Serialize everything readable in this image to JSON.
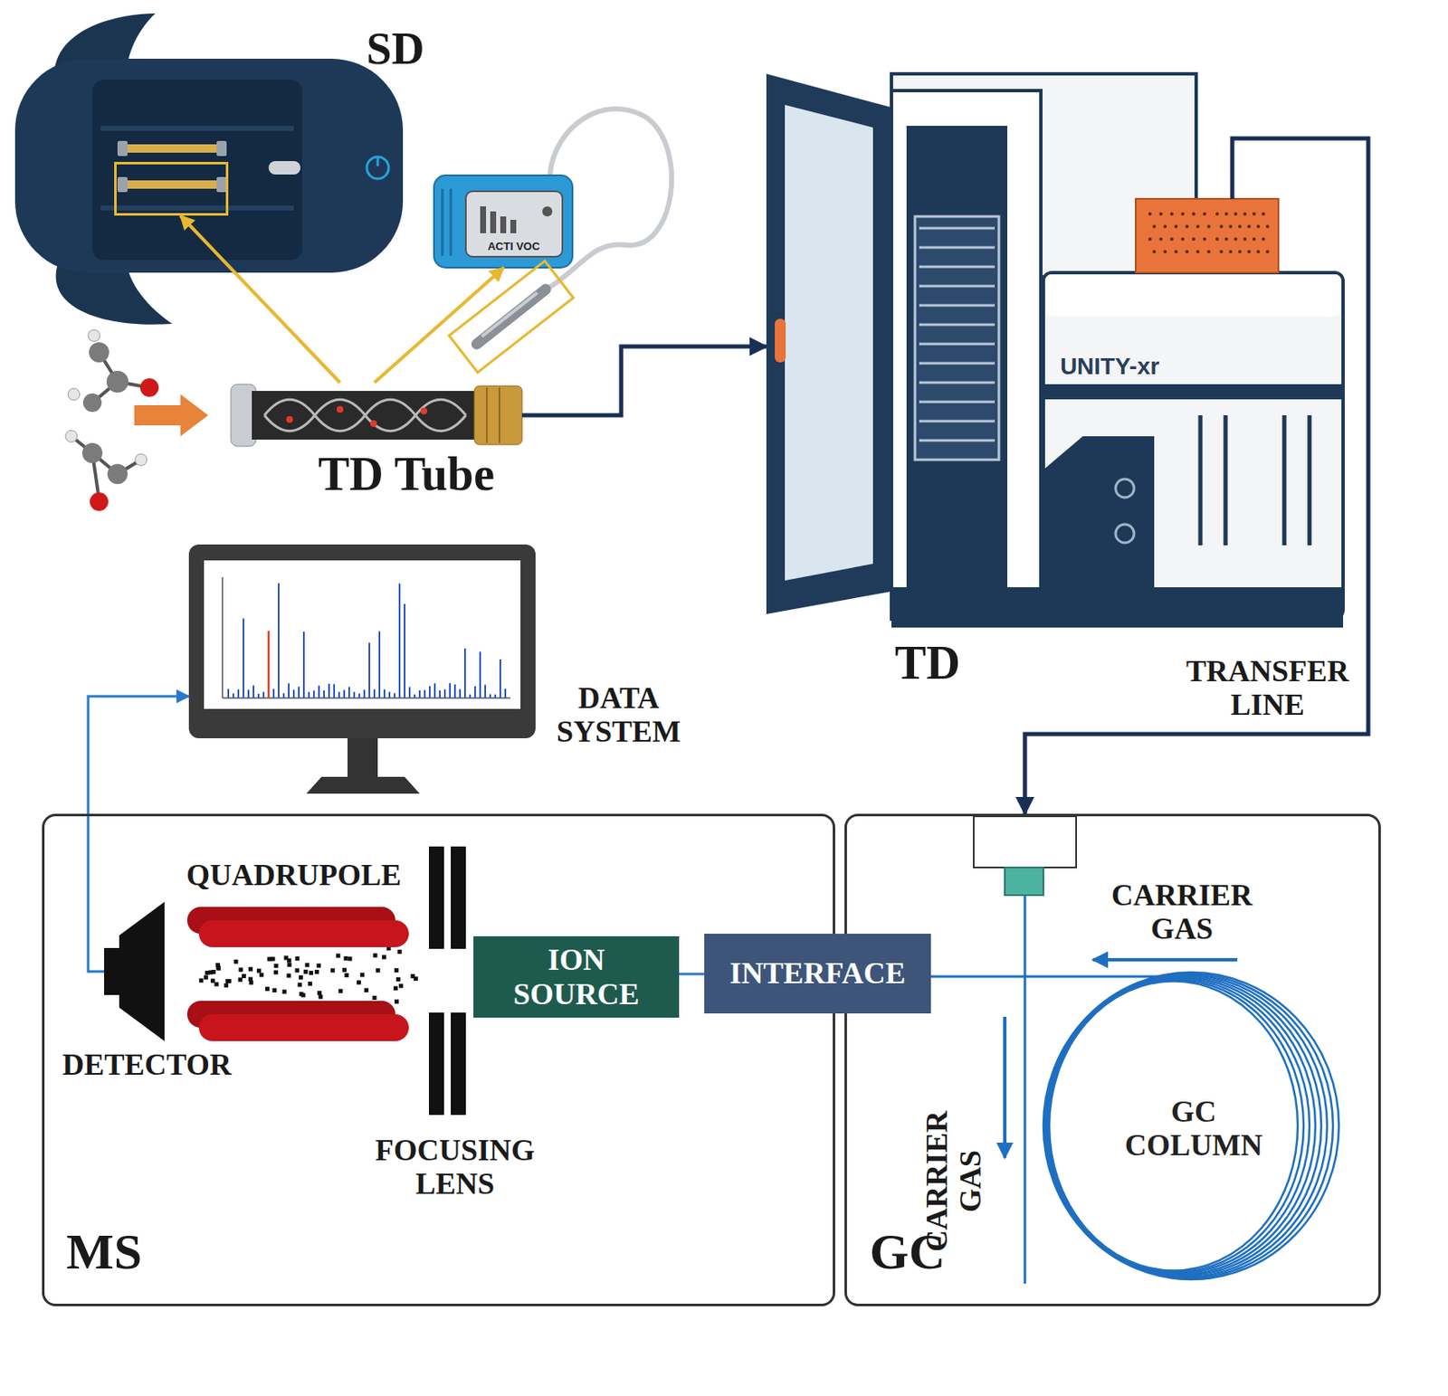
{
  "diagram": {
    "nodes": [
      {
        "text": [
          "SD"
        ]
      },
      {
        "text": [
          "ACTI VOC"
        ]
      },
      {
        "text": [
          "TD Tube"
        ]
      },
      {
        "text": [
          "UNITY-xr",
          "TD"
        ]
      },
      {
        "text": [
          "DATA SYSTEM"
        ]
      },
      {
        "text": [
          "MS"
        ]
      },
      {
        "text": [
          "DETECTOR"
        ],
        "in": 5
      },
      {
        "text": [
          "QUADRUPOLE"
        ],
        "in": 5
      },
      {
        "text": [
          "FOCUSING LENS"
        ],
        "in": 5
      },
      {
        "text": [
          "ION SOURCE"
        ],
        "in": 5
      },
      {
        "text": [
          "INTERFACE"
        ]
      },
      {
        "text": [
          "GC"
        ]
      },
      {
        "text": [
          "GC COLUMN"
        ],
        "in": 11
      }
    ],
    "edges": [
      {
        "from": 2,
        "to": 0,
        "arrow": "to"
      },
      {
        "from": 2,
        "to": 1,
        "arrow": "to"
      },
      {
        "from": 2,
        "to": 3,
        "arrow": "to"
      },
      {
        "from": 3,
        "to": 11,
        "label": "TRANSFER LINE",
        "arrow": "to"
      },
      {
        "from": 6,
        "to": 4,
        "arrow": "to"
      },
      {
        "from": 9,
        "to": 10,
        "arrow": "none"
      },
      {
        "from": 10,
        "to": 12,
        "arrow": "none"
      }
    ],
    "labels": [
      "CARRIER GAS",
      "CARRIER GAS"
    ]
  }
}
